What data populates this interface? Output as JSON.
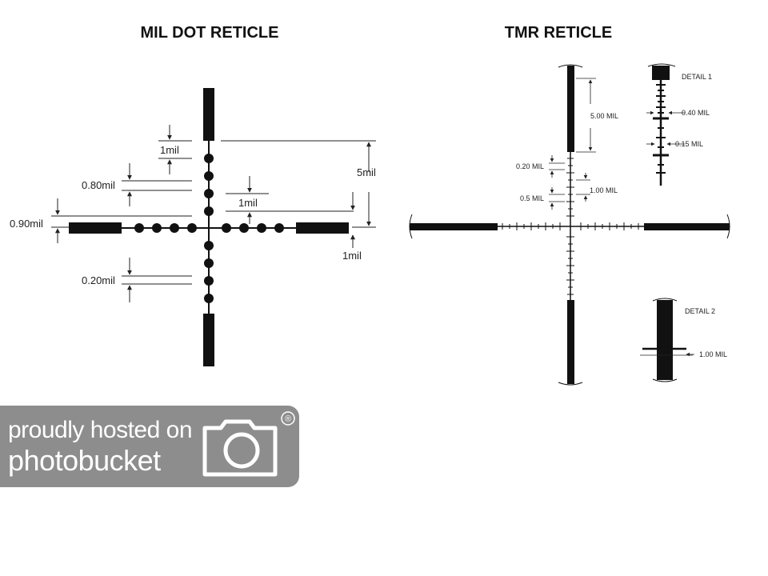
{
  "titles": {
    "mil_dot": "MIL DOT RETICLE",
    "tmr": "TMR RETICLE"
  },
  "mil_dot_labels": {
    "dot_spacing": "1mil",
    "dot_diameter": "0.80mil",
    "post_thickness": "0.90mil",
    "line_thickness": "0.20mil",
    "post_to_center": "5mil",
    "hash_offset": "1mil",
    "post_gap": "1mil"
  },
  "tmr_labels": {
    "post_length": "5.00 MIL",
    "line_thickness": "0.20 MIL",
    "hash_spacing": "1.00 MIL",
    "half_hash": "0.5 MIL",
    "detail1_title": "DETAIL 1",
    "detail1_a": "0.40 MIL",
    "detail1_b": "0.15 MIL",
    "detail2_title": "DETAIL 2",
    "detail2_a": "1.00 MIL"
  },
  "watermark": {
    "line1": "proudly hosted on",
    "line2": "photobucket",
    "registered": "®",
    "camera_icon": "camera-icon"
  },
  "colors": {
    "ink": "#111111",
    "watermark_bg": "#8d8d8d",
    "watermark_fg": "#ffffff"
  }
}
